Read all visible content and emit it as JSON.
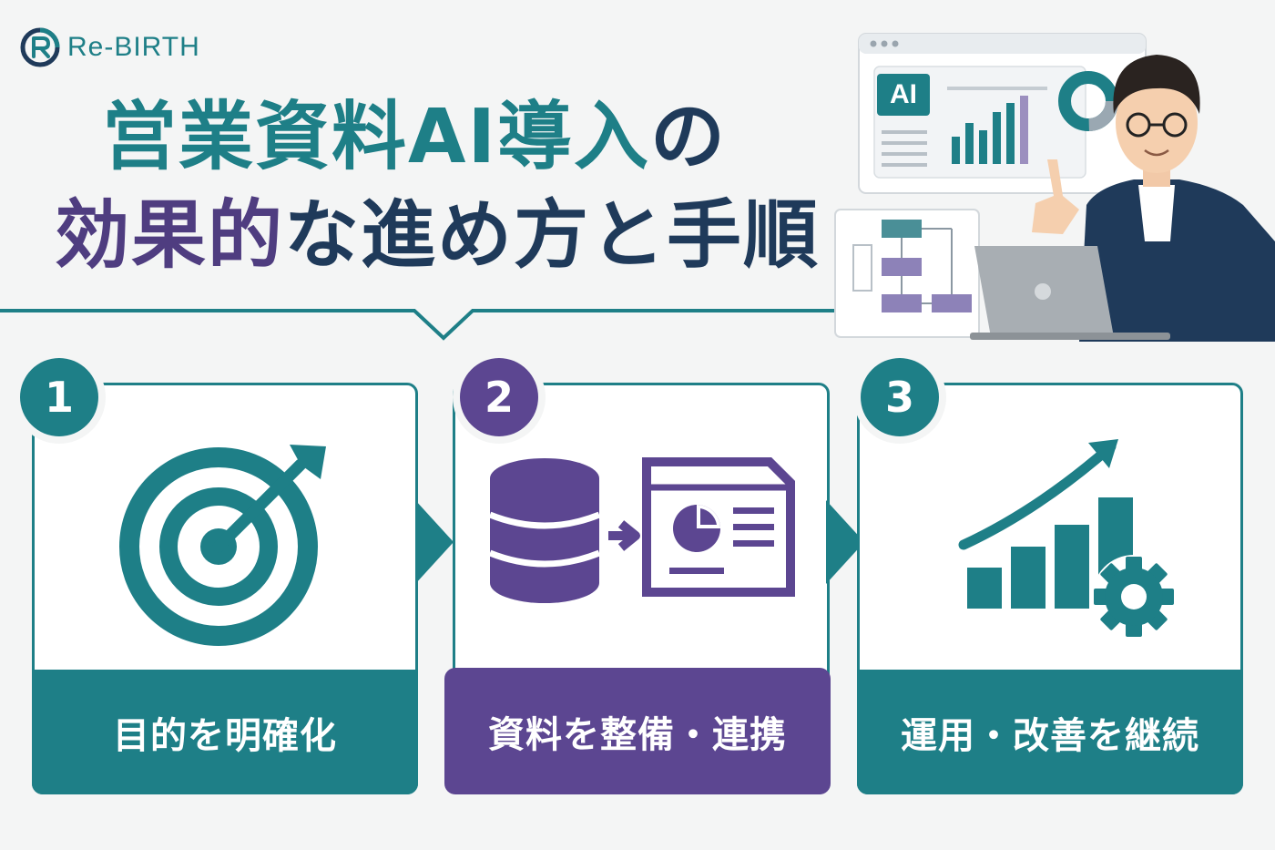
{
  "brand": {
    "name": "Re-BIRTH"
  },
  "title": {
    "line1": [
      {
        "text": "営業資料AI導入",
        "color": "#1e7f87"
      },
      {
        "text": "の",
        "color": "#1f3a5a"
      }
    ],
    "line2": [
      {
        "text": "効果的",
        "color": "#4f3d80"
      },
      {
        "text": "な進め方と手順",
        "color": "#1f3a5a"
      }
    ]
  },
  "illustration": {
    "screen_badge": "AI"
  },
  "steps": [
    {
      "number": "1",
      "label": "目的を明確化",
      "icon": "target-arrow-icon",
      "color": "#1e7f87"
    },
    {
      "number": "2",
      "label": "資料を整備・連携",
      "icon": "database-to-document-icon",
      "color": "#5c4691"
    },
    {
      "number": "3",
      "label": "運用・改善を継続",
      "icon": "growth-chart-gear-icon",
      "color": "#1e7f87"
    }
  ],
  "colors": {
    "teal": "#1e7f87",
    "purple": "#5c4691",
    "navy": "#1f3a5a",
    "background": "#f4f5f5"
  }
}
